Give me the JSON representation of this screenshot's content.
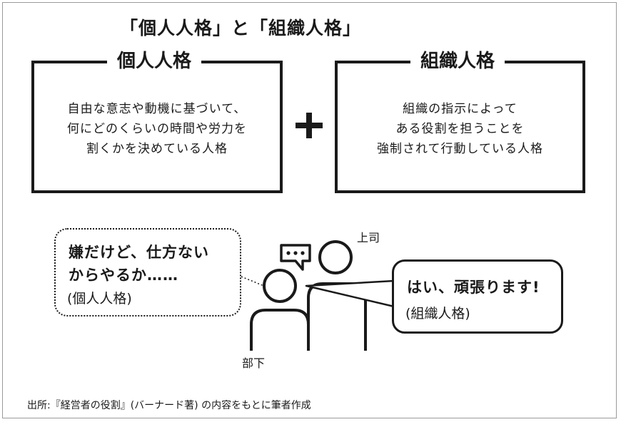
{
  "title": "「個人人格」と「組織人格」",
  "left_box": {
    "label": "個人人格",
    "lines": [
      "自由な意志や動機に基づいて、",
      "何にどのくらいの時間や労力を",
      "割くかを決めている人格"
    ]
  },
  "right_box": {
    "label": "組織人格",
    "lines": [
      "組織の指示によって",
      "ある役割を担うことを",
      "強制されて行動している人格"
    ]
  },
  "bubble_subordinate": {
    "line1": "嫌だけど、仕方ない",
    "line2": "からやるか……",
    "tag": "(個人人格)"
  },
  "bubble_boss_speech": {
    "line1": "はい、頑張ります!",
    "tag": "(組織人格)"
  },
  "labels": {
    "boss": "上司",
    "subordinate": "部下"
  },
  "source": "出所:『経営者の役割』(バーナード著) の内容をもとに筆者作成",
  "icons": {
    "plus": "plus-icon",
    "chat": "chat-dots-icon",
    "boss": "person-icon",
    "subordinate": "person-icon"
  },
  "colors": {
    "ink": "#1a1a1a",
    "background": "#ffffff"
  }
}
